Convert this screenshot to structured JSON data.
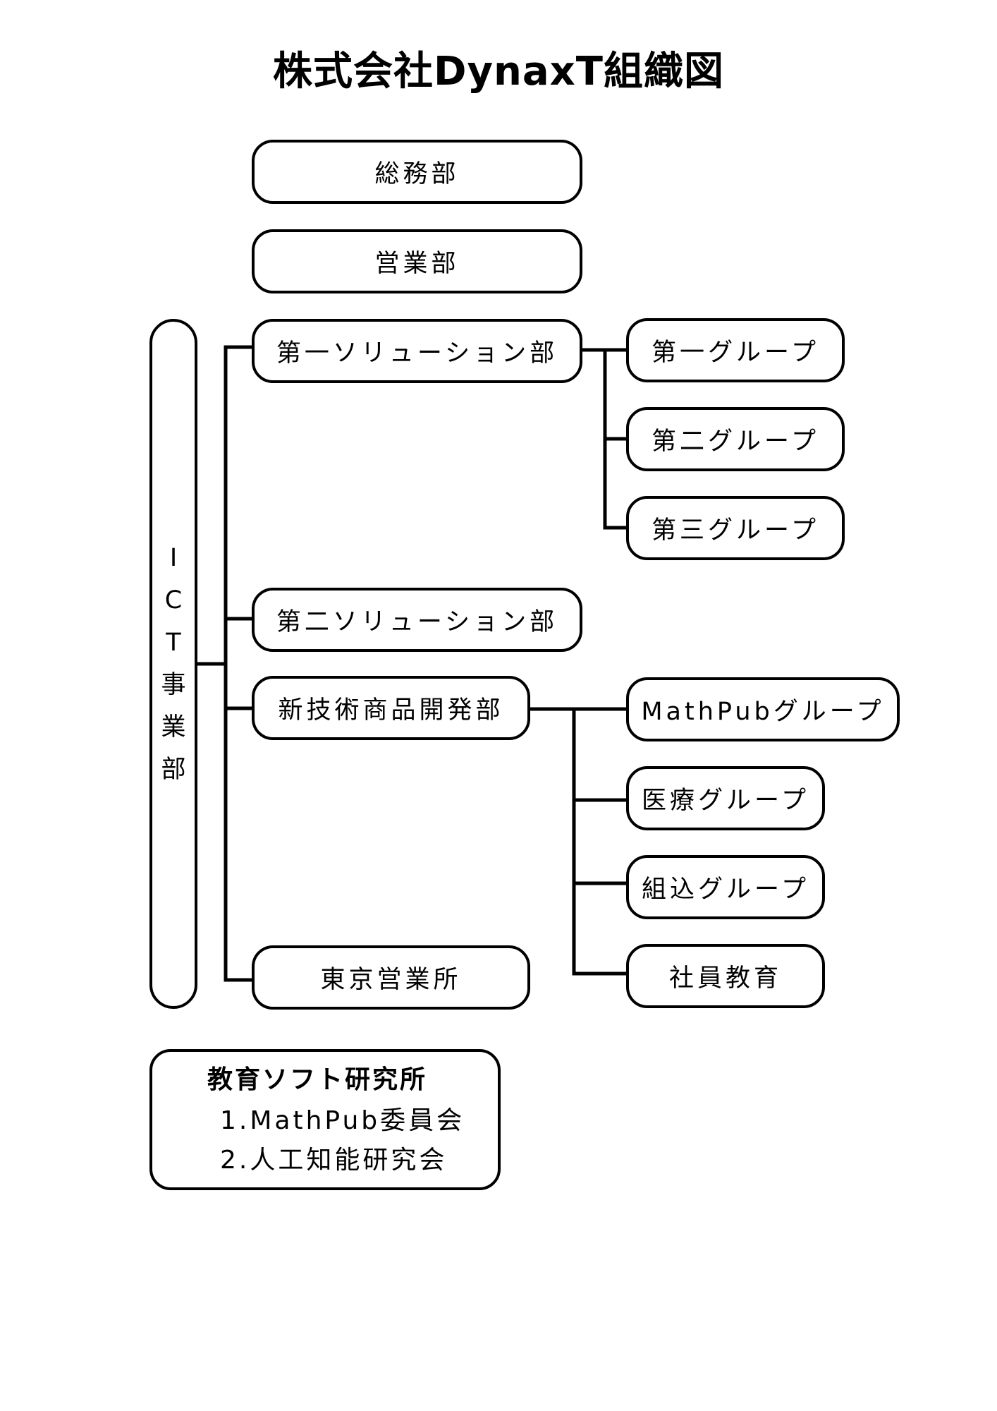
{
  "title": "株式会社DynaxT組織図",
  "departments": {
    "general_affairs": "総務部",
    "sales": "営業部"
  },
  "ict_division": {
    "label_chars": [
      "I",
      "C",
      "T",
      "事",
      "業",
      "部"
    ],
    "first_solution": {
      "label": "第一ソリューション部",
      "groups": [
        "第一グループ",
        "第二グループ",
        "第三グループ"
      ]
    },
    "second_solution": {
      "label": "第二ソリューション部"
    },
    "new_tech": {
      "label": "新技術商品開発部",
      "groups": [
        "MathPubグループ",
        "医療グループ",
        "組込グループ",
        "社員教育"
      ]
    },
    "tokyo_office": {
      "label": "東京営業所"
    }
  },
  "institute": {
    "title": "教育ソフト研究所",
    "items": [
      "1.MathPub委員会",
      "2.人工知能研究会"
    ]
  }
}
